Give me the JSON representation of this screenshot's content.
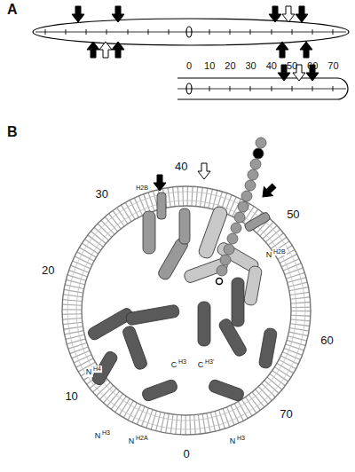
{
  "diagram": {
    "labels": [
      "A",
      "B",
      "0",
      "10",
      "20",
      "30",
      "40",
      "50",
      "60",
      "70",
      "0",
      "10",
      "20",
      "30",
      "40",
      "50",
      "60",
      "70",
      "N",
      "H4",
      "N",
      "H3",
      "N",
      "H2A",
      "N",
      "H3",
      "N",
      "H2B",
      "H2B",
      "C",
      "H3",
      "C",
      "H3'"
    ]
  }
}
